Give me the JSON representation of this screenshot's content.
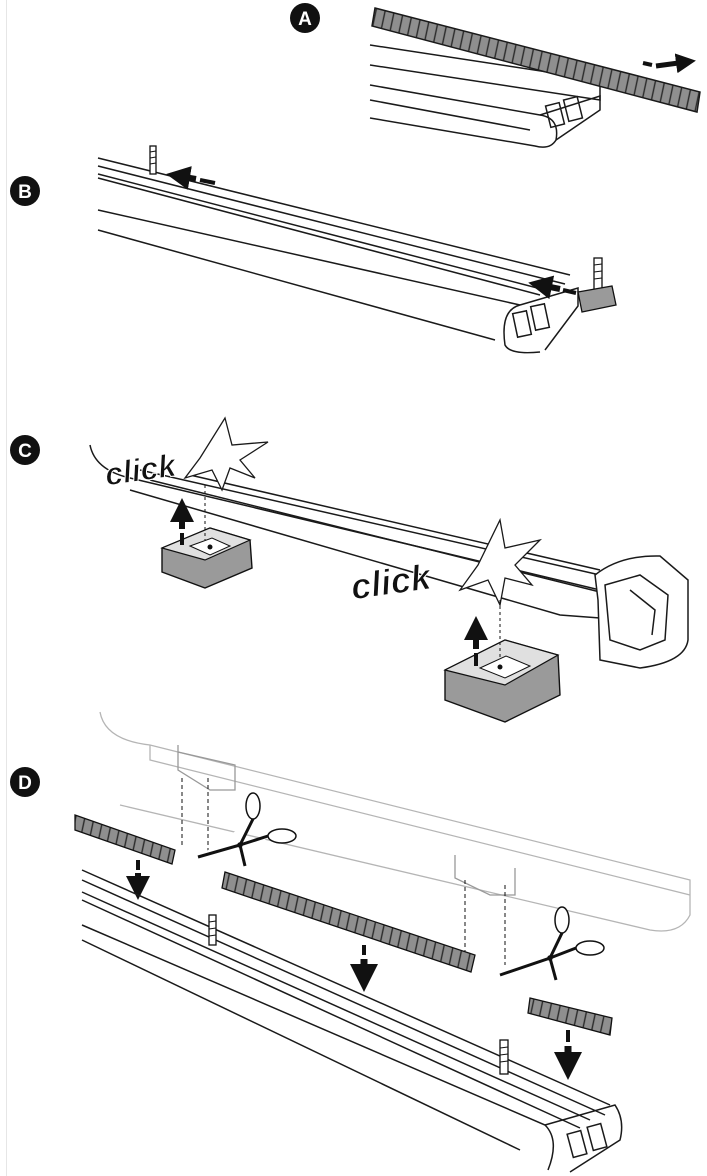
{
  "steps": [
    {
      "label": "A"
    },
    {
      "label": "B"
    },
    {
      "label": "C",
      "sound_words": [
        "click",
        "click"
      ]
    },
    {
      "label": "D"
    }
  ],
  "colors": {
    "ink": "#1a1a1a",
    "rubber_strip": "#8f8f8f",
    "foot_pad": "#9a9a9a",
    "bar_fill": "#ffffff",
    "outline_light": "#b5b5b5"
  },
  "icons": [
    "arrow-icon",
    "t-bolt-icon",
    "scissors-icon",
    "burst-icon"
  ]
}
